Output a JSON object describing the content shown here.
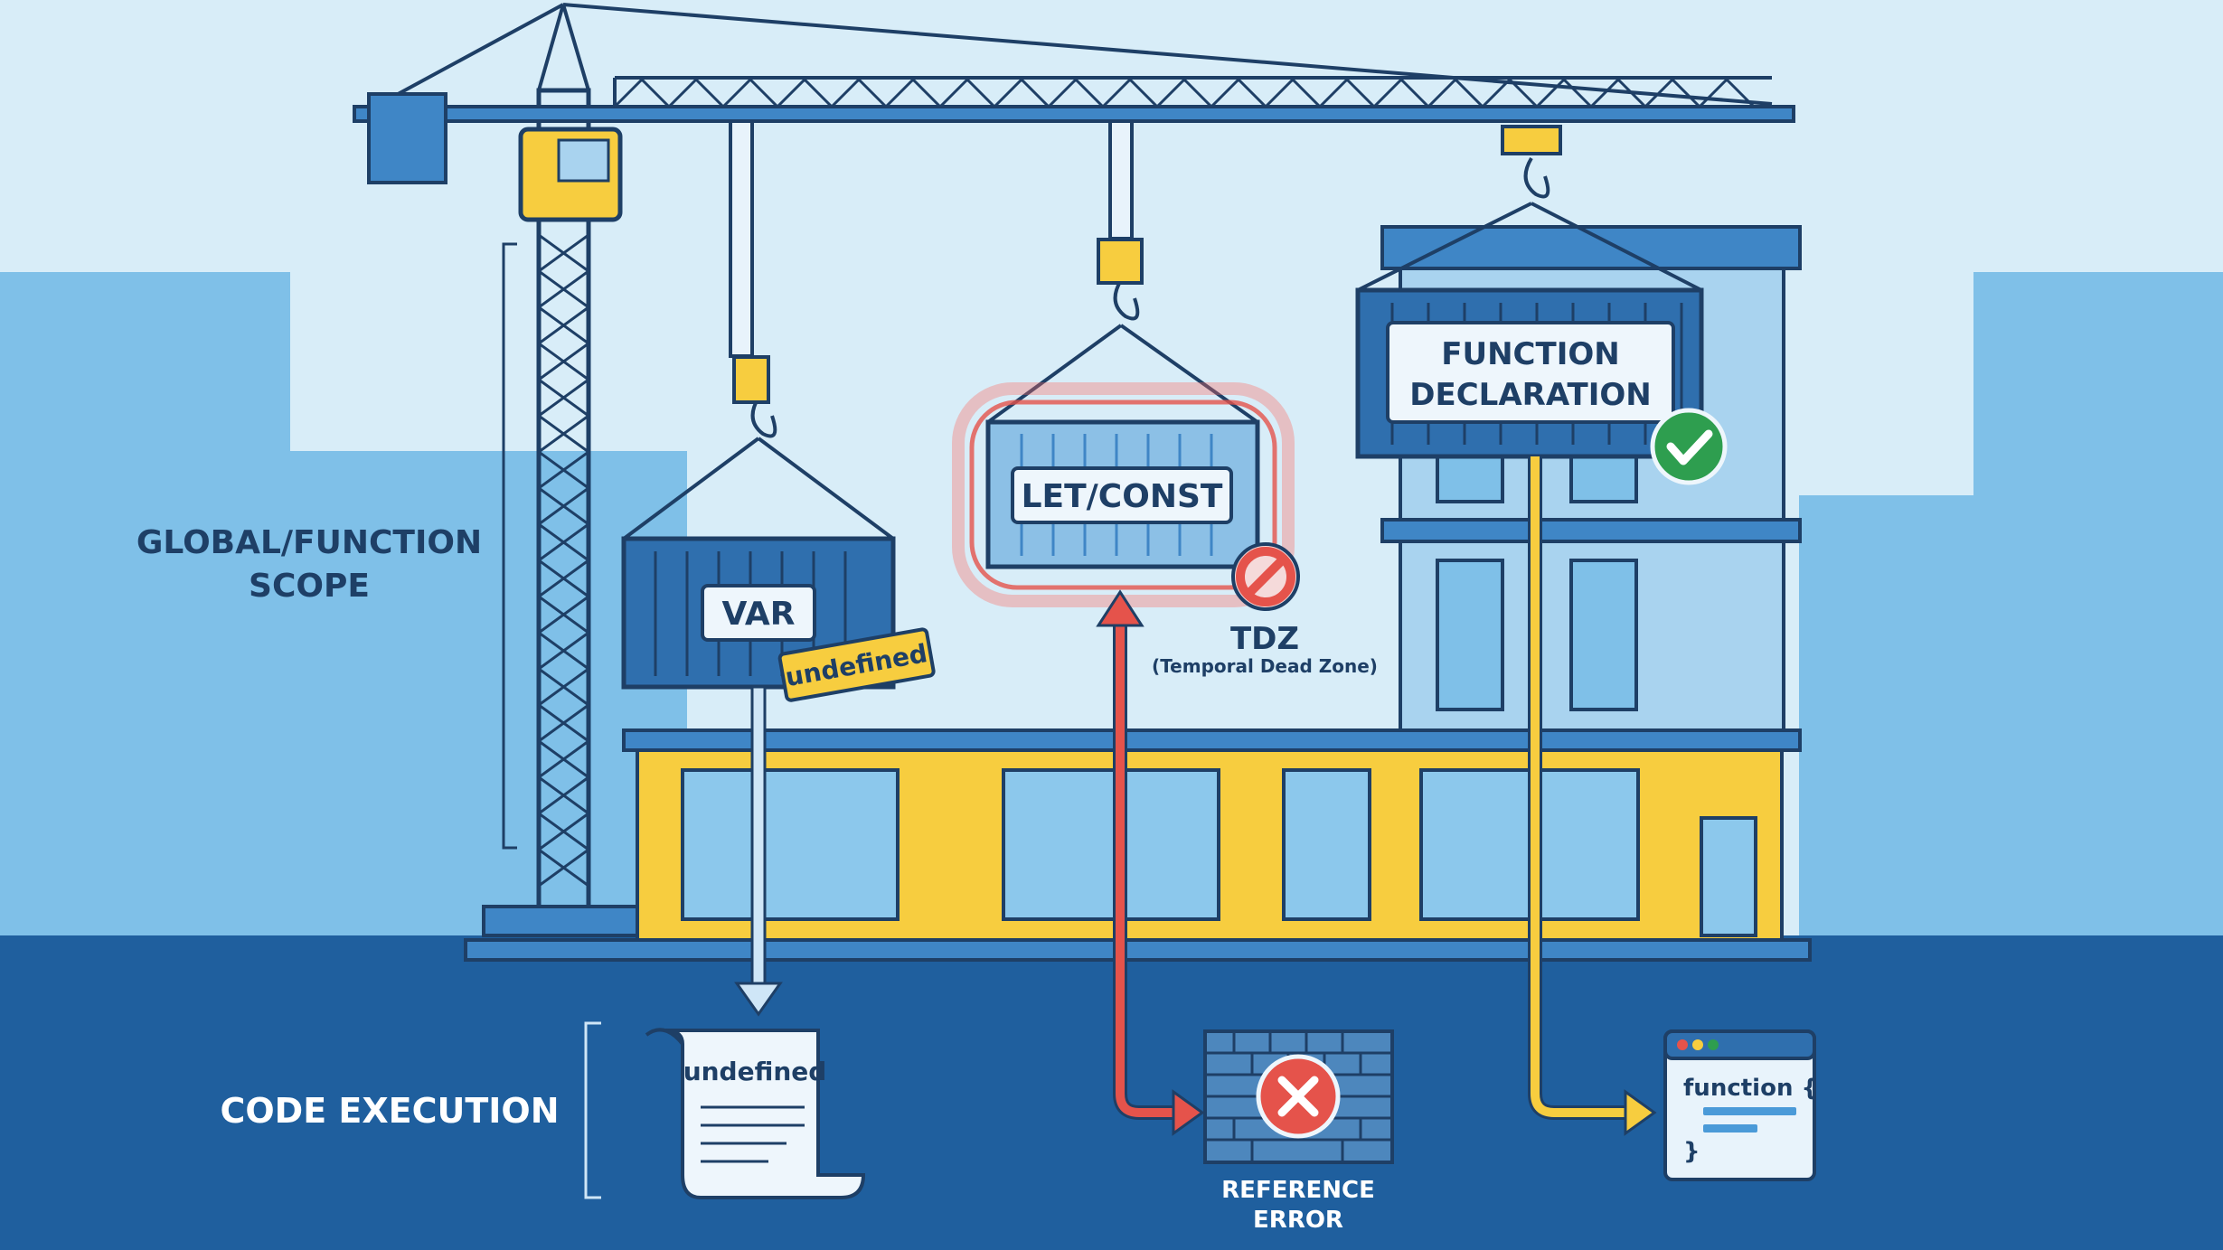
{
  "labels": {
    "scope_line1": "GLOBAL/FUNCTION",
    "scope_line2": "SCOPE",
    "code_execution": "CODE EXECUTION"
  },
  "containers": {
    "var": {
      "label": "VAR",
      "tag": "undefined"
    },
    "let_const": {
      "label": "LET/CONST",
      "status_icon": "no-entry-icon"
    },
    "function": {
      "label_line1": "FUNCTION",
      "label_line2": "DECLARATION",
      "status_icon": "check-icon"
    }
  },
  "tdz": {
    "title": "TDZ",
    "subtitle": "(Temporal Dead Zone)"
  },
  "outcomes": {
    "var_result": "undefined",
    "error_line1": "REFERENCE",
    "error_line2": "ERROR",
    "function_code_line1": "function {",
    "function_code_line2": "}"
  },
  "colors": {
    "sky": "#d8edf8",
    "mid_blue": "#7fc0e8",
    "ground": "#1f5f9e",
    "crane_yellow": "#f7cd3f",
    "navy": "#1e3f66",
    "error_red": "#e5534b",
    "success_green": "#2e9e4f"
  }
}
